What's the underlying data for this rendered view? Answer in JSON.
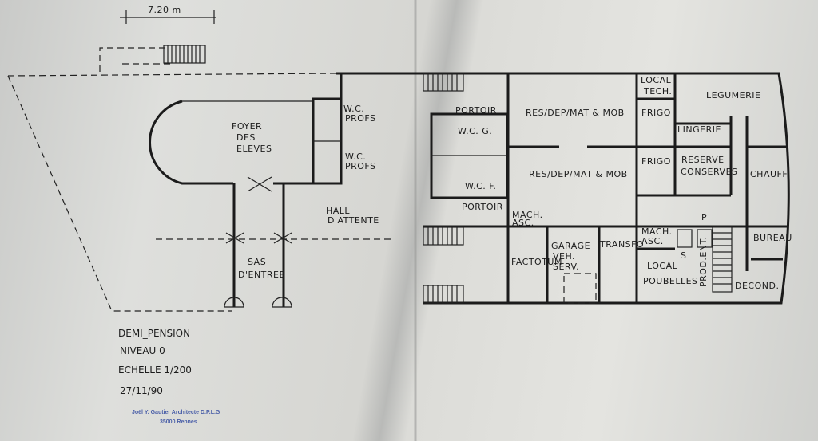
{
  "plan": {
    "dimension": "7.20 m",
    "title_block": {
      "line1": "DEMI_PENSION",
      "line2": "NIVEAU 0",
      "line3": "ECHELLE 1/200",
      "line4": "27/11/90"
    },
    "stamp": {
      "line1": "Joël Y. Gautier Architecte D.P.L.G",
      "line2": "35000 Rennes"
    },
    "rooms": {
      "foyer": [
        "FOYER",
        "DES",
        "ELEVES"
      ],
      "wc_profs_1": [
        "W.C.",
        "PROFS"
      ],
      "wc_profs_2": [
        "W.C.",
        "PROFS"
      ],
      "hall": [
        "HALL",
        "D'ATTENTE"
      ],
      "sas": [
        "SAS",
        "D'ENTREE"
      ],
      "wcg": "W.C. G.",
      "wcf": "W.C. F.",
      "portoir_1": "PORTOIR",
      "portoir_2": "PORTOIR",
      "res1": "RES/DEP/MAT & MOB",
      "res2": "RES/DEP/MAT & MOB",
      "local_tech": [
        "LOCAL",
        "TECH."
      ],
      "frigo1": "FRIGO",
      "frigo2": "FRIGO",
      "legumerie": "LEGUMERIE",
      "lingerie": "LINGERIE",
      "reserve": [
        "RESERVE",
        "CONSERVES"
      ],
      "chauff": "CHAUFF.",
      "mach_asc_1": [
        "MACH.",
        "ASC."
      ],
      "mach_asc_2": [
        "MACH.",
        "ASC."
      ],
      "factotum": "FACTOTUM",
      "garage": [
        "GARAGE",
        "VEH.",
        "SERV."
      ],
      "transfo": "TRANSFO",
      "local_poubelles": [
        "LOCAL",
        "POUBELLES"
      ],
      "prod_ent": "PROD.ENT.",
      "bureau": "BUREAU",
      "decond": "DECOND.",
      "p_mark": "P",
      "s_mark": "S"
    }
  }
}
